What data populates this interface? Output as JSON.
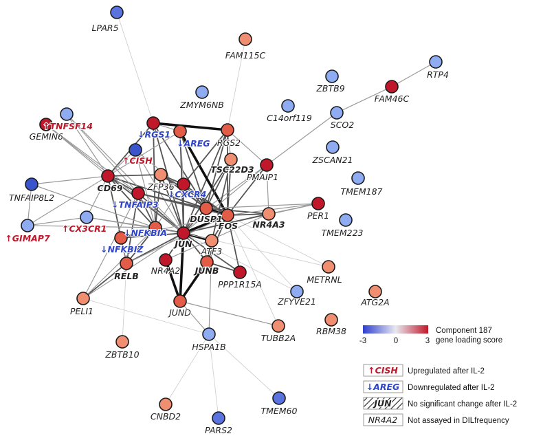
{
  "nodes": [
    {
      "id": "LPAR5",
      "label": "LPAR5",
      "color": "#5b73de",
      "status": "plain",
      "bold": false
    },
    {
      "id": "FAM115C",
      "label": "FAM115C",
      "color": "#ef8e70",
      "status": "plain",
      "bold": false
    },
    {
      "id": "RTP4",
      "label": "RTP4",
      "color": "#8fabf2",
      "status": "plain",
      "bold": false
    },
    {
      "id": "ZBTB9",
      "label": "ZBTB9",
      "color": "#8fabf2",
      "status": "plain",
      "bold": false
    },
    {
      "id": "FAM46C",
      "label": "FAM46C",
      "color": "#c0182a",
      "status": "plain",
      "bold": false
    },
    {
      "id": "ZMYM6NB",
      "label": "ZMYM6NB",
      "color": "#8fabf2",
      "status": "plain",
      "bold": false
    },
    {
      "id": "C14orf119",
      "label": "C14orf119",
      "color": "#8fabf2",
      "status": "plain",
      "bold": false
    },
    {
      "id": "SCO2",
      "label": "SCO2",
      "color": "#8fabf2",
      "status": "plain",
      "bold": false
    },
    {
      "id": "GEMIN6",
      "label": "GEMIN6",
      "color": "#8fabf2",
      "status": "plain",
      "bold": false
    },
    {
      "id": "TNFSF14",
      "label": "TNFSF14",
      "color": "#c0182a",
      "status": "up",
      "bold": true
    },
    {
      "id": "RGS1",
      "label": "RGS1",
      "color": "#c0182a",
      "status": "down",
      "bold": true
    },
    {
      "id": "AREG",
      "label": "AREG",
      "color": "#e35c48",
      "status": "down",
      "bold": true
    },
    {
      "id": "RGS2",
      "label": "RGS2",
      "color": "#e35c48",
      "status": "plain",
      "bold": false
    },
    {
      "id": "CISH",
      "label": "CISH",
      "color": "#3a54cc",
      "status": "up",
      "bold": true
    },
    {
      "id": "TSC22D3",
      "label": "TSC22D3",
      "color": "#ef8e70",
      "status": "plain",
      "bold": true
    },
    {
      "id": "PMAIP1",
      "label": "PMAIP1",
      "color": "#c0182a",
      "status": "plain",
      "bold": false
    },
    {
      "id": "ZSCAN21",
      "label": "ZSCAN21",
      "color": "#8fabf2",
      "status": "plain",
      "bold": false
    },
    {
      "id": "TMEM187",
      "label": "TMEM187",
      "color": "#8fabf2",
      "status": "plain",
      "bold": false
    },
    {
      "id": "CD69",
      "label": "CD69",
      "color": "#c0182a",
      "status": "plain",
      "bold": true
    },
    {
      "id": "ZFP36",
      "label": "ZFP36",
      "color": "#ef8e70",
      "status": "plain",
      "bold": false
    },
    {
      "id": "CXCR4",
      "label": "CXCR4",
      "color": "#c0182a",
      "status": "down",
      "bold": true
    },
    {
      "id": "TNFAIP8L2",
      "label": "TNFAIP8L2",
      "color": "#3a54cc",
      "status": "plain",
      "bold": false
    },
    {
      "id": "TNFAIP3",
      "label": "TNFAIP3",
      "color": "#c0182a",
      "status": "down",
      "bold": true
    },
    {
      "id": "PER1",
      "label": "PER1",
      "color": "#c0182a",
      "status": "plain",
      "bold": false
    },
    {
      "id": "DUSP1",
      "label": "DUSP1",
      "color": "#e35c48",
      "status": "plain",
      "bold": true
    },
    {
      "id": "FOS",
      "label": "FOS",
      "color": "#e35c48",
      "status": "plain",
      "bold": true
    },
    {
      "id": "NR4A3",
      "label": "NR4A3",
      "color": "#ef8e70",
      "status": "plain",
      "bold": true
    },
    {
      "id": "GIMAP7",
      "label": "GIMAP7",
      "color": "#8fabf2",
      "status": "up",
      "bold": true
    },
    {
      "id": "CX3CR1",
      "label": "CX3CR1",
      "color": "#8fabf2",
      "status": "up",
      "bold": true
    },
    {
      "id": "NFKBIA",
      "label": "NFKBIA",
      "color": "#e35c48",
      "status": "down",
      "bold": true
    },
    {
      "id": "TMEM223",
      "label": "TMEM223",
      "color": "#8fabf2",
      "status": "plain",
      "bold": false
    },
    {
      "id": "JUN",
      "label": "JUN",
      "color": "#c0182a",
      "status": "plain",
      "bold": true
    },
    {
      "id": "NFKBIZ",
      "label": "NFKBIZ",
      "color": "#e35c48",
      "status": "down",
      "bold": true
    },
    {
      "id": "ATF3",
      "label": "ATF3",
      "color": "#ef8e70",
      "status": "plain",
      "bold": false
    },
    {
      "id": "NR4A2",
      "label": "NR4A2",
      "color": "#c0182a",
      "status": "plain",
      "bold": false
    },
    {
      "id": "RELB",
      "label": "RELB",
      "color": "#e35c48",
      "status": "plain",
      "bold": true
    },
    {
      "id": "JUNB",
      "label": "JUNB",
      "color": "#e35c48",
      "status": "plain",
      "bold": true
    },
    {
      "id": "PPP1R15A",
      "label": "PPP1R15A",
      "color": "#c0182a",
      "status": "plain",
      "bold": false
    },
    {
      "id": "METRNL",
      "label": "METRNL",
      "color": "#ef8e70",
      "status": "plain",
      "bold": false
    },
    {
      "id": "ZFYVE21",
      "label": "ZFYVE21",
      "color": "#8fabf2",
      "status": "plain",
      "bold": false
    },
    {
      "id": "ATG2A",
      "label": "ATG2A",
      "color": "#ef8e70",
      "status": "plain",
      "bold": false
    },
    {
      "id": "PELI1",
      "label": "PELI1",
      "color": "#ef8e70",
      "status": "plain",
      "bold": false
    },
    {
      "id": "JUND",
      "label": "JUND",
      "color": "#e35c48",
      "status": "plain",
      "bold": false
    },
    {
      "id": "RBM38",
      "label": "RBM38",
      "color": "#ef8e70",
      "status": "plain",
      "bold": false
    },
    {
      "id": "TUBB2A",
      "label": "TUBB2A",
      "color": "#ef8e70",
      "status": "plain",
      "bold": false
    },
    {
      "id": "HSPA1B",
      "label": "HSPA1B",
      "color": "#8fabf2",
      "status": "plain",
      "bold": false
    },
    {
      "id": "ZBTB10",
      "label": "ZBTB10",
      "color": "#ef8e70",
      "status": "plain",
      "bold": false
    },
    {
      "id": "TMEM60",
      "label": "TMEM60",
      "color": "#5b73de",
      "status": "plain",
      "bold": false
    },
    {
      "id": "CNBD2",
      "label": "CNBD2",
      "color": "#ef8e70",
      "status": "plain",
      "bold": false
    },
    {
      "id": "PARS2",
      "label": "PARS2",
      "color": "#5b73de",
      "status": "plain",
      "bold": false
    }
  ],
  "edges": [
    {
      "source": "RGS1",
      "target": "RGS2",
      "weight": 3
    },
    {
      "source": "RGS1",
      "target": "CD69",
      "weight": 2
    },
    {
      "source": "RGS1",
      "target": "JUN",
      "weight": 2
    },
    {
      "source": "RGS1",
      "target": "DUSP1",
      "weight": 2
    },
    {
      "source": "RGS1",
      "target": "NFKBIA",
      "weight": 2
    },
    {
      "source": "RGS1",
      "target": "AREG",
      "weight": 1
    },
    {
      "source": "RGS1",
      "target": "LPAR5",
      "weight": 0
    },
    {
      "source": "RGS2",
      "target": "JUN",
      "weight": 2
    },
    {
      "source": "RGS2",
      "target": "FOS",
      "weight": 2
    },
    {
      "source": "RGS2",
      "target": "DUSP1",
      "weight": 2
    },
    {
      "source": "RGS2",
      "target": "TSC22D3",
      "weight": 1
    },
    {
      "source": "RGS2",
      "target": "FAM115C",
      "weight": 0
    },
    {
      "source": "RGS2",
      "target": "PMAIP1",
      "weight": 1
    },
    {
      "source": "AREG",
      "target": "FOS",
      "weight": 3
    },
    {
      "source": "AREG",
      "target": "JUN",
      "weight": 2
    },
    {
      "source": "AREG",
      "target": "DUSP1",
      "weight": 2
    },
    {
      "source": "TSC22D3",
      "target": "FOS",
      "weight": 2
    },
    {
      "source": "TSC22D3",
      "target": "DUSP1",
      "weight": 2
    },
    {
      "source": "TSC22D3",
      "target": "JUN",
      "weight": 2
    },
    {
      "source": "PMAIP1",
      "target": "FOS",
      "weight": 2
    },
    {
      "source": "PMAIP1",
      "target": "DUSP1",
      "weight": 1
    },
    {
      "source": "PMAIP1",
      "target": "JUN",
      "weight": 1
    },
    {
      "source": "PMAIP1",
      "target": "NR4A3",
      "weight": 1
    },
    {
      "source": "PMAIP1",
      "target": "SCO2",
      "weight": 1
    },
    {
      "source": "SCO2",
      "target": "FAM46C",
      "weight": 1
    },
    {
      "source": "FAM46C",
      "target": "RTP4",
      "weight": 1
    },
    {
      "source": "CISH",
      "target": "JUN",
      "weight": 1
    },
    {
      "source": "CISH",
      "target": "CD69",
      "weight": 1
    },
    {
      "source": "CISH",
      "target": "DUSP1",
      "weight": 1
    },
    {
      "source": "CD69",
      "target": "JUN",
      "weight": 2
    },
    {
      "source": "CD69",
      "target": "FOS",
      "weight": 2
    },
    {
      "source": "CD69",
      "target": "DUSP1",
      "weight": 2
    },
    {
      "source": "CD69",
      "target": "NFKBIA",
      "weight": 2
    },
    {
      "source": "CD69",
      "target": "TNFAIP3",
      "weight": 2
    },
    {
      "source": "CD69",
      "target": "TNFAIP8L2",
      "weight": 1
    },
    {
      "source": "CD69",
      "target": "GIMAP7",
      "weight": 1
    },
    {
      "source": "CD69",
      "target": "CX3CR1",
      "weight": 1
    },
    {
      "source": "CD69",
      "target": "TNFSF14",
      "weight": 1
    },
    {
      "source": "CD69",
      "target": "RELB",
      "weight": 2
    },
    {
      "source": "ZFP36",
      "target": "JUN",
      "weight": 2
    },
    {
      "source": "ZFP36",
      "target": "FOS",
      "weight": 2
    },
    {
      "source": "ZFP36",
      "target": "DUSP1",
      "weight": 2
    },
    {
      "source": "CXCR4",
      "target": "JUN",
      "weight": 2
    },
    {
      "source": "CXCR4",
      "target": "FOS",
      "weight": 2
    },
    {
      "source": "CXCR4",
      "target": "DUSP1",
      "weight": 2
    },
    {
      "source": "CXCR4",
      "target": "ZFP36",
      "weight": 2
    },
    {
      "source": "TNFAIP3",
      "target": "NFKBIA",
      "weight": 2
    },
    {
      "source": "TNFAIP3",
      "target": "JUN",
      "weight": 2
    },
    {
      "source": "TNFAIP3",
      "target": "RELB",
      "weight": 2
    },
    {
      "source": "TNFAIP3",
      "target": "DUSP1",
      "weight": 2
    },
    {
      "source": "DUSP1",
      "target": "FOS",
      "weight": 3
    },
    {
      "source": "DUSP1",
      "target": "JUN",
      "weight": 2
    },
    {
      "source": "DUSP1",
      "target": "NR4A3",
      "weight": 2
    },
    {
      "source": "DUSP1",
      "target": "PER1",
      "weight": 1
    },
    {
      "source": "FOS",
      "target": "JUN",
      "weight": 3
    },
    {
      "source": "FOS",
      "target": "JUNB",
      "weight": 2
    },
    {
      "source": "FOS",
      "target": "ATF3",
      "weight": 2
    },
    {
      "source": "FOS",
      "target": "NR4A3",
      "weight": 2
    },
    {
      "source": "FOS",
      "target": "PPP1R15A",
      "weight": 2
    },
    {
      "source": "FOS",
      "target": "PER1",
      "weight": 1
    },
    {
      "source": "FOS",
      "target": "METRNL",
      "weight": 0
    },
    {
      "source": "JUN",
      "target": "JUNB",
      "weight": 2
    },
    {
      "source": "JUN",
      "target": "JUND",
      "weight": 3
    },
    {
      "source": "JUN",
      "target": "ATF3",
      "weight": 3
    },
    {
      "source": "JUN",
      "target": "NR4A2",
      "weight": 2
    },
    {
      "source": "JUN",
      "target": "NFKBIA",
      "weight": 2
    },
    {
      "source": "JUN",
      "target": "RELB",
      "weight": 2
    },
    {
      "source": "JUN",
      "target": "PPP1R15A",
      "weight": 2
    },
    {
      "source": "NFKBIA",
      "target": "NFKBIZ",
      "weight": 2
    },
    {
      "source": "NFKBIA",
      "target": "RELB",
      "weight": 2
    },
    {
      "source": "NFKBIA",
      "target": "CX3CR1",
      "weight": 1
    },
    {
      "source": "NFKBIZ",
      "target": "RELB",
      "weight": 1
    },
    {
      "source": "NFKBIZ",
      "target": "JUN",
      "weight": 2
    },
    {
      "source": "JUNB",
      "target": "JUND",
      "weight": 3
    },
    {
      "source": "JUNB",
      "target": "ATF3",
      "weight": 2
    },
    {
      "source": "JUNB",
      "target": "PPP1R15A",
      "weight": 2
    },
    {
      "source": "NR4A2",
      "target": "JUND",
      "weight": 3
    },
    {
      "source": "NR4A2",
      "target": "NR4A3",
      "weight": 1
    },
    {
      "source": "RELB",
      "target": "PELI1",
      "weight": 2
    },
    {
      "source": "TNFAIP3",
      "target": "PELI1",
      "weight": 1
    },
    {
      "source": "JUND",
      "target": "TUBB2A",
      "weight": 1
    },
    {
      "source": "JUND",
      "target": "HSPA1B",
      "weight": 1
    },
    {
      "source": "ATF3",
      "target": "HSPA1B",
      "weight": 1
    },
    {
      "source": "HSPA1B",
      "target": "CNBD2",
      "weight": 0
    },
    {
      "source": "HSPA1B",
      "target": "PARS2",
      "weight": 0
    },
    {
      "source": "HSPA1B",
      "target": "TMEM60",
      "weight": 0
    },
    {
      "source": "HSPA1B",
      "target": "PELI1",
      "weight": 0
    },
    {
      "source": "ZBTB10",
      "target": "RELB",
      "weight": 0
    },
    {
      "source": "PELI1",
      "target": "JUN",
      "weight": 1
    },
    {
      "source": "GEMIN6",
      "target": "CD69",
      "weight": 1
    },
    {
      "source": "GEMIN6",
      "target": "TNFAIP3",
      "weight": 1
    },
    {
      "source": "GEMIN6",
      "target": "JUN",
      "weight": 1
    },
    {
      "source": "TNFSF14",
      "target": "JUN",
      "weight": 1
    },
    {
      "source": "TNFSF14",
      "target": "TNFAIP3",
      "weight": 1
    },
    {
      "source": "TNFAIP8L2",
      "target": "GIMAP7",
      "weight": 1
    },
    {
      "source": "TNFAIP8L2",
      "target": "NFKBIA",
      "weight": 1
    },
    {
      "source": "GIMAP7",
      "target": "CX3CR1",
      "weight": 1
    },
    {
      "source": "GIMAP7",
      "target": "NFKBIA",
      "weight": 1
    },
    {
      "source": "CX3CR1",
      "target": "JUN",
      "weight": 1
    },
    {
      "source": "PER1",
      "target": "NR4A3",
      "weight": 1
    },
    {
      "source": "PER1",
      "target": "JUN",
      "weight": 1
    },
    {
      "source": "ZFYVE21",
      "target": "JUN",
      "weight": 0
    },
    {
      "source": "ZFYVE21",
      "target": "FOS",
      "weight": 0
    },
    {
      "source": "TUBB2A",
      "target": "FOS",
      "weight": 0
    },
    {
      "source": "METRNL",
      "target": "JUN",
      "weight": 0
    },
    {
      "source": "TSC22D3",
      "target": "JUNB",
      "weight": 2
    },
    {
      "source": "ZFP36",
      "target": "NFKBIA",
      "weight": 2
    },
    {
      "source": "CXCR4",
      "target": "NFKBIA",
      "weight": 1
    },
    {
      "source": "CISH",
      "target": "NFKBIA",
      "weight": 1
    },
    {
      "source": "NR4A3",
      "target": "JUN",
      "weight": 2
    },
    {
      "source": "ZFP36",
      "target": "CD69",
      "weight": 2
    },
    {
      "source": "AREG",
      "target": "CD69",
      "weight": 1
    },
    {
      "source": "RGS2",
      "target": "CXCR4",
      "weight": 2
    },
    {
      "source": "AREG",
      "target": "CXCR4",
      "weight": 1
    },
    {
      "source": "TNFAIP3",
      "target": "FOS",
      "weight": 2
    },
    {
      "source": "NFKBIZ",
      "target": "FOS",
      "weight": 1
    },
    {
      "source": "RELB",
      "target": "FOS",
      "weight": 1
    },
    {
      "source": "PELI1",
      "target": "NFKBIA",
      "weight": 1
    }
  ],
  "colorbar": {
    "title_line1": "Component 187",
    "title_line2": "gene loading score",
    "ticks": [
      "-3",
      "0",
      "3"
    ],
    "low_color": "#2e3fd0",
    "mid_color": "#e8e8f0",
    "high_color": "#c0182a"
  },
  "legend": [
    {
      "sample": "CISH",
      "prefix": "↑",
      "kind": "up",
      "text": "Upregulated after IL-2"
    },
    {
      "sample": "AREG",
      "prefix": "↓",
      "kind": "down",
      "text": "Downregulated after IL-2"
    },
    {
      "sample": "JUN",
      "prefix": "",
      "kind": "nochange",
      "text": "No significant change after IL-2"
    },
    {
      "sample": "NR4A2",
      "prefix": "",
      "kind": "notassayed",
      "text": "Not assayed in DILfrequency"
    }
  ],
  "colors": {
    "up_text": "#c0182a",
    "down_text": "#2f45c8",
    "plain_text": "#222222",
    "node_outline": "#1a1a1a"
  }
}
